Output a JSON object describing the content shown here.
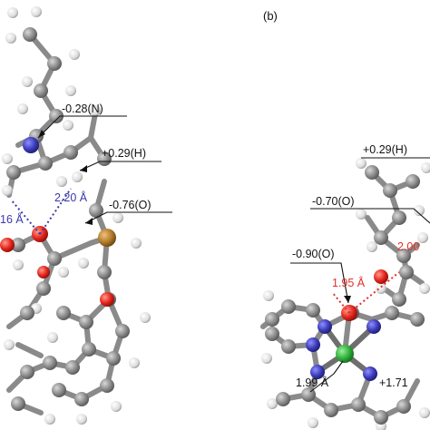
{
  "panel_b_label": "(b)",
  "panel_a_labels": {
    "n_charge": "-0.28(N)",
    "h_charge": "+0.29(H)",
    "o_charge": "-0.76(O)",
    "dist_blue_1": "2.20 Å",
    "dist_blue_2": "16 Å"
  },
  "panel_b_labels": {
    "h_charge": "+0.29(H)",
    "o_charge_1": "-0.70(O)",
    "o_charge_2": "-0.90(O)",
    "dist_red_1": "1.95 Å",
    "dist_red_2": "2.00",
    "dist_black": "1.99 Å",
    "metal_charge": "+1.71"
  },
  "colors": {
    "carbon": "#8a8a8a",
    "hydrogen": "#e9e9e9",
    "nitrogen": "#3b3bb8",
    "oxygen": "#e3241b",
    "phosphorus": "#b07a2a",
    "metal": "#2fae3a",
    "blue_text": "#3b39a8",
    "red_text": "#e0302a"
  }
}
